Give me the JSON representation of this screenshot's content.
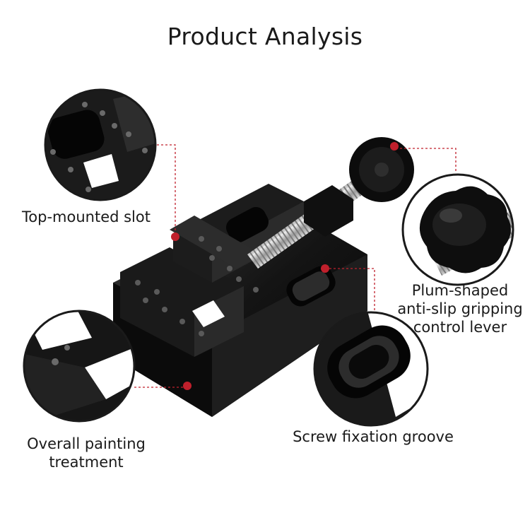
{
  "page": {
    "title": "Product Analysis"
  },
  "callouts": [
    {
      "label": "Top-mounted slot"
    },
    {
      "label": "Plum-shaped anti-slip gripping control lever"
    },
    {
      "label": "Screw fixation groove"
    },
    {
      "label": "Overall painting treatment"
    }
  ],
  "colors": {
    "accent": "#c0202c",
    "body": "#151515",
    "background": "#ffffff"
  }
}
